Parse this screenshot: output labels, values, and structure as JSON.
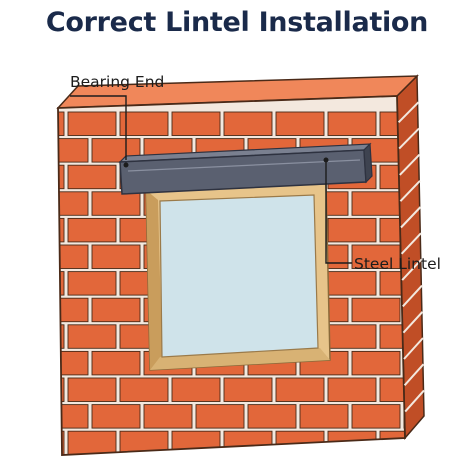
{
  "title": "Correct Lintel Installation",
  "labels": {
    "bearing_end": "Bearing End",
    "steel_lintel": "Steel Lintel"
  },
  "colors": {
    "brick": "#e2673a",
    "brick_side": "#c04e26",
    "brick_top": "#f0875a",
    "mortar": "#f3e8de",
    "outline": "#4a2a18",
    "lintel": "#5a6070",
    "lintel_dark": "#3e4350",
    "frame": "#e7c48a",
    "frame_dark": "#c99d5c",
    "glass": "#cfe3ea",
    "title": "#1a2a4a"
  }
}
